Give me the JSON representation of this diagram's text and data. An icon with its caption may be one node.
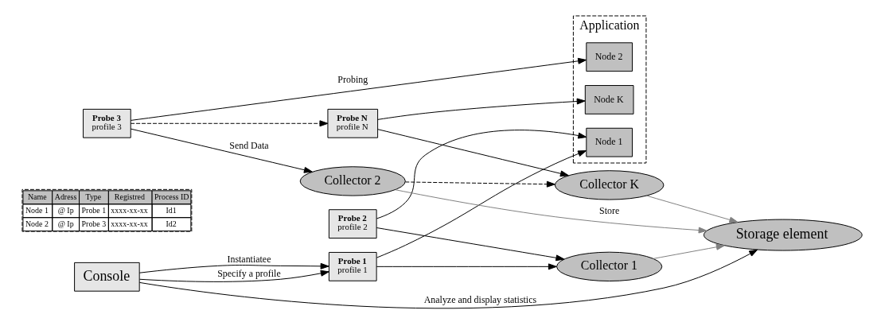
{
  "diagram": {
    "nodes": [
      {
        "text": [
          "Console"
        ]
      },
      {
        "text": [
          "Probe 1",
          "profile 1"
        ]
      },
      {
        "text": [
          "Probe 2",
          "profile 2"
        ]
      },
      {
        "text": [
          "Probe 3",
          "profile 3"
        ]
      },
      {
        "text": [
          "Probe N",
          "profile N"
        ]
      },
      {
        "text": [
          "Application"
        ]
      },
      {
        "text": [
          "Node 1"
        ],
        "in": 5
      },
      {
        "text": [
          "Node 2"
        ],
        "in": 5
      },
      {
        "text": [
          "Node K"
        ],
        "in": 5
      },
      {
        "text": [
          "Collector 1"
        ]
      },
      {
        "text": [
          "Collector 2"
        ]
      },
      {
        "text": [
          "Collector K"
        ]
      },
      {
        "text": [
          "Storage element"
        ]
      }
    ],
    "edges": [
      {
        "from": 0,
        "to": 1,
        "arrow": "to",
        "label": "Instantiatee"
      },
      {
        "from": 0,
        "to": 1,
        "arrow": "to",
        "label": "Specify a profile"
      },
      {
        "from": 1,
        "to": 6,
        "arrow": "to"
      },
      {
        "from": 2,
        "to": 6,
        "arrow": "to"
      },
      {
        "from": 3,
        "to": 7,
        "arrow": "to",
        "label": "Probing"
      },
      {
        "from": 4,
        "to": 8,
        "arrow": "to"
      },
      {
        "from": 3,
        "to": 4,
        "arrow": "to",
        "style": "dashed"
      },
      {
        "from": 1,
        "to": 9,
        "arrow": "to"
      },
      {
        "from": 2,
        "to": 9,
        "arrow": "to"
      },
      {
        "from": 3,
        "to": 10,
        "arrow": "to",
        "label": "Send Data"
      },
      {
        "from": 4,
        "to": 11,
        "arrow": "to"
      },
      {
        "from": 10,
        "to": 11,
        "arrow": "to",
        "style": "dashed"
      },
      {
        "from": 9,
        "to": 12,
        "arrow": "to",
        "color": "#808080"
      },
      {
        "from": 10,
        "to": 12,
        "arrow": "to",
        "color": "#808080",
        "label": "Store"
      },
      {
        "from": 11,
        "to": 12,
        "arrow": "to",
        "color": "#808080"
      },
      {
        "from": 0,
        "to": 12,
        "arrow": "to",
        "label": "Analyze and display statistics"
      }
    ],
    "labels": [
      "Name",
      "Adress",
      "Type",
      "Registred",
      "Process ID",
      "Node 1",
      "@ Ip",
      "Probe 1",
      "xxxx-xx-xx",
      "Id1",
      "Node 2",
      "@ Ip",
      "Probe 3",
      "xxxx-xx-xx",
      "Id2"
    ]
  }
}
